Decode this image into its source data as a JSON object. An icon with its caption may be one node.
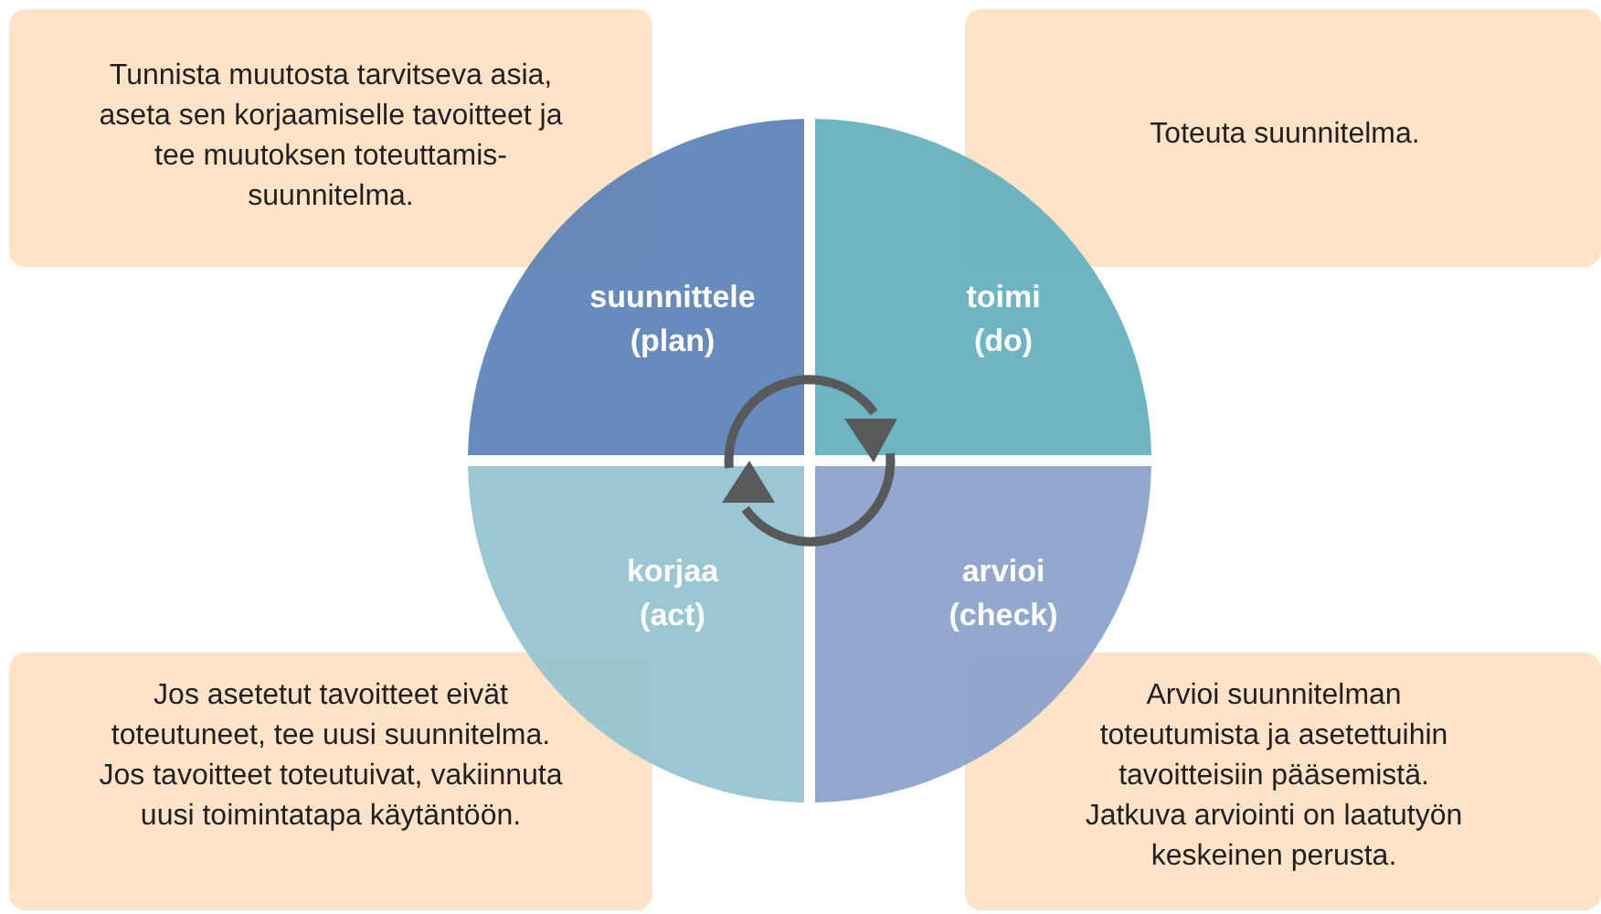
{
  "diagram": {
    "nodes": [
      {
        "text": [
          "Tunnista muutosta tarvitseva asia, aseta sen korjaamiselle tavoitteet ja tee muutoksen toteuttamis- suunnitelma."
        ]
      },
      {
        "text": [
          "Toteuta suunnitelma."
        ]
      },
      {
        "text": [
          "suunnittele (plan)"
        ]
      },
      {
        "text": [
          "toimi (do)"
        ]
      },
      {
        "text": [
          "korjaa (act)"
        ]
      },
      {
        "text": [
          "arvioi (check)"
        ]
      },
      {
        "text": [
          "Jos asetetut tavoitteet eivät toteutuneet, tee uusi suunnitelma. Jos tavoitteet toteutuivat, vakiinnuta uusi toimintatapa käytäntöön."
        ]
      },
      {
        "text": [
          "Arvioi suunnitelman toteutumista ja asetettuihin tavoitteisiin pääsemistä. Jatkuva arviointi on laatutyön keskeinen perusta."
        ]
      }
    ]
  }
}
